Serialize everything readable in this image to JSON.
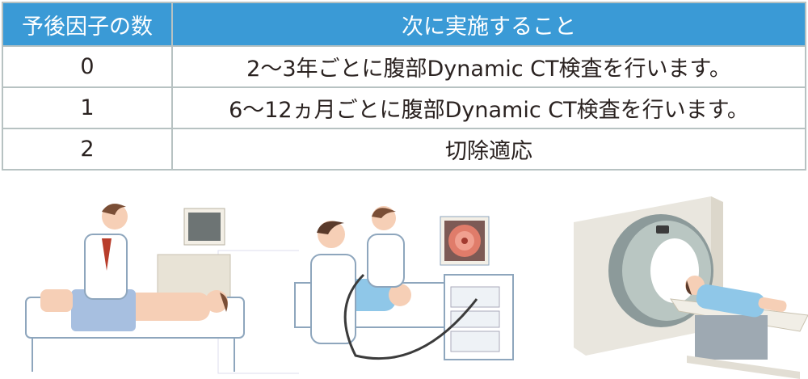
{
  "table": {
    "headers": [
      "予後因子の数",
      "次に実施すること"
    ],
    "rows": [
      {
        "count": "0",
        "action": "2〜3年ごとに腹部Dynamic CT検査を行います。"
      },
      {
        "count": "1",
        "action": "6〜12ヵ月ごとに腹部Dynamic CT検査を行います。"
      },
      {
        "count": "2",
        "action": "切除適応"
      }
    ]
  },
  "colors": {
    "header_bg": "#3a9ad6",
    "border": "#b7c2c2",
    "text": "#2a2220"
  },
  "illustrations": [
    {
      "name": "ultrasound-exam-illustration"
    },
    {
      "name": "endoscopy-exam-illustration"
    },
    {
      "name": "ct-scan-illustration"
    }
  ]
}
